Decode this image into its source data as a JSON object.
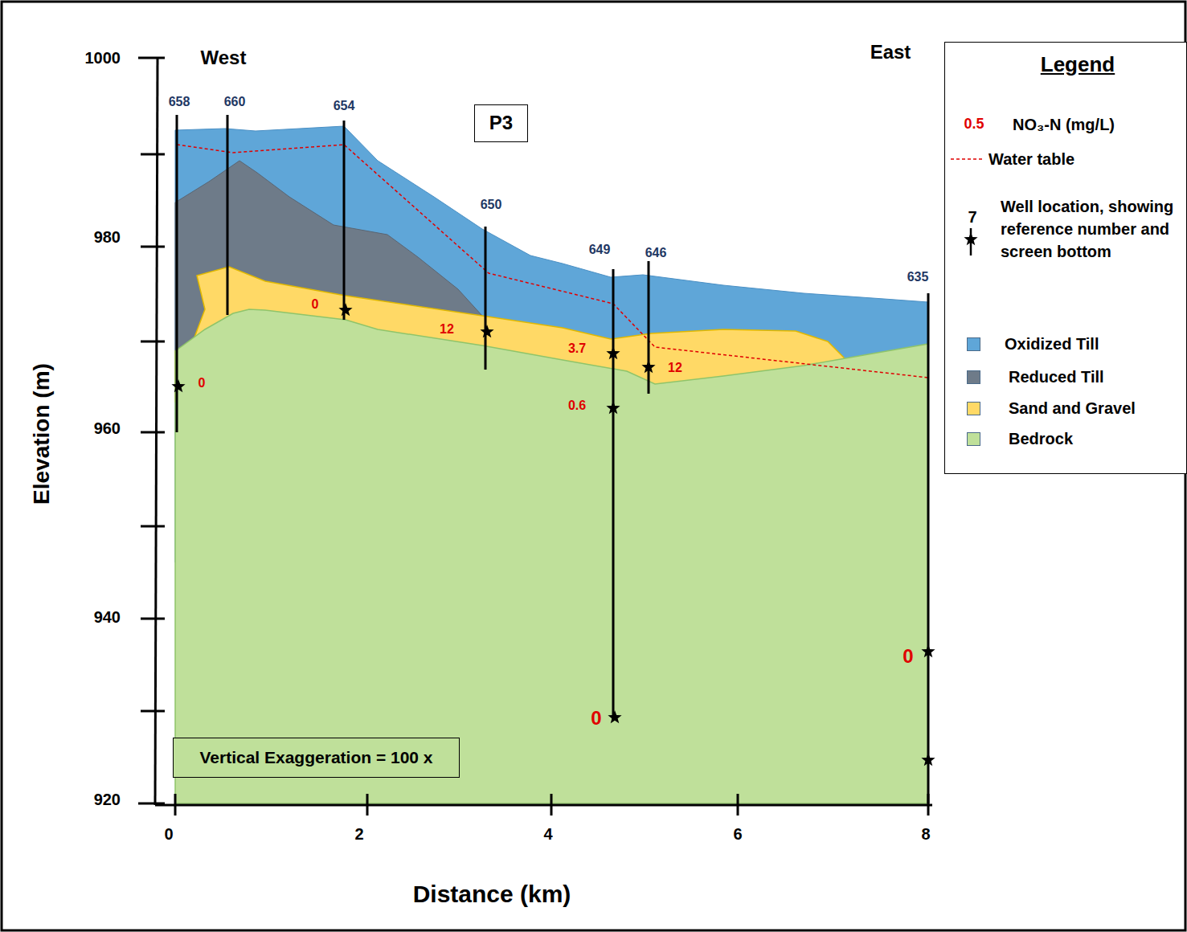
{
  "diagram": {
    "nodes": [
      {
        "text": [
          "P3"
        ]
      },
      {
        "text": [
          "Legend"
        ]
      },
      {
        "text": [
          "Vertical Exaggeration = 100 x"
        ]
      }
    ],
    "labels": [
      "West",
      "East",
      "1000",
      "980",
      "960",
      "940",
      "920",
      "Elevation (m)",
      "0",
      "2",
      "4",
      "6",
      "8",
      "Distance (km)",
      "658",
      "660",
      "654",
      "650",
      "649",
      "646",
      "635",
      "0",
      "0",
      "12",
      "3.7",
      "0.6",
      "12",
      "0",
      "0",
      "0.5",
      "7"
    ],
    "legend": [
      {
        "text": "NO₃-N (mg/L)"
      },
      {
        "text": "Water table"
      },
      {
        "text": "Well location, showing reference number and screen bottom"
      },
      {
        "text": "Oxidized Till",
        "color": "#5fa6d8"
      },
      {
        "text": "Reduced Till",
        "color": "#6e7b89"
      },
      {
        "text": "Sand and Gravel",
        "color": "#ffd966"
      },
      {
        "text": "Bedrock",
        "color": "#bfe09a"
      }
    ]
  }
}
